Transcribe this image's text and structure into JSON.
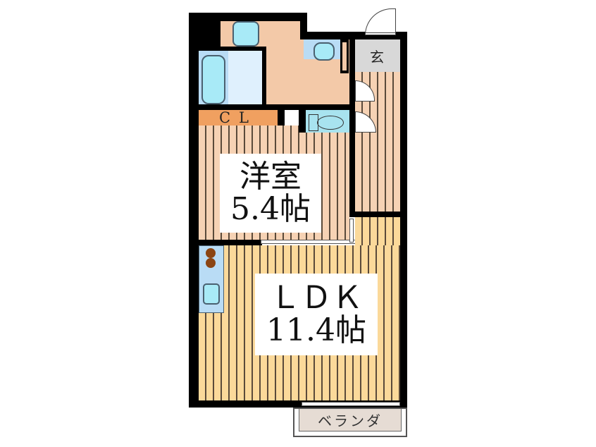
{
  "floorplan": {
    "rooms": {
      "western_room": {
        "name": "洋室",
        "size": "5.4帖"
      },
      "ldk": {
        "name": "ＬＤＫ",
        "size": "11.4帖"
      },
      "closet": {
        "name": "CL"
      },
      "entrance": {
        "name": "玄"
      },
      "balcony": {
        "name": "ベランダ"
      }
    },
    "colors": {
      "wall": "#000000",
      "western_floor": "#f6d2b4",
      "ldk_floor": "#fbd99a",
      "wet_area": "#f3c9a8",
      "closet": "#f0a060",
      "entrance": "#d8d8d8",
      "fixture": "#a8eaf7",
      "balcony": "#e6dcd4"
    }
  }
}
